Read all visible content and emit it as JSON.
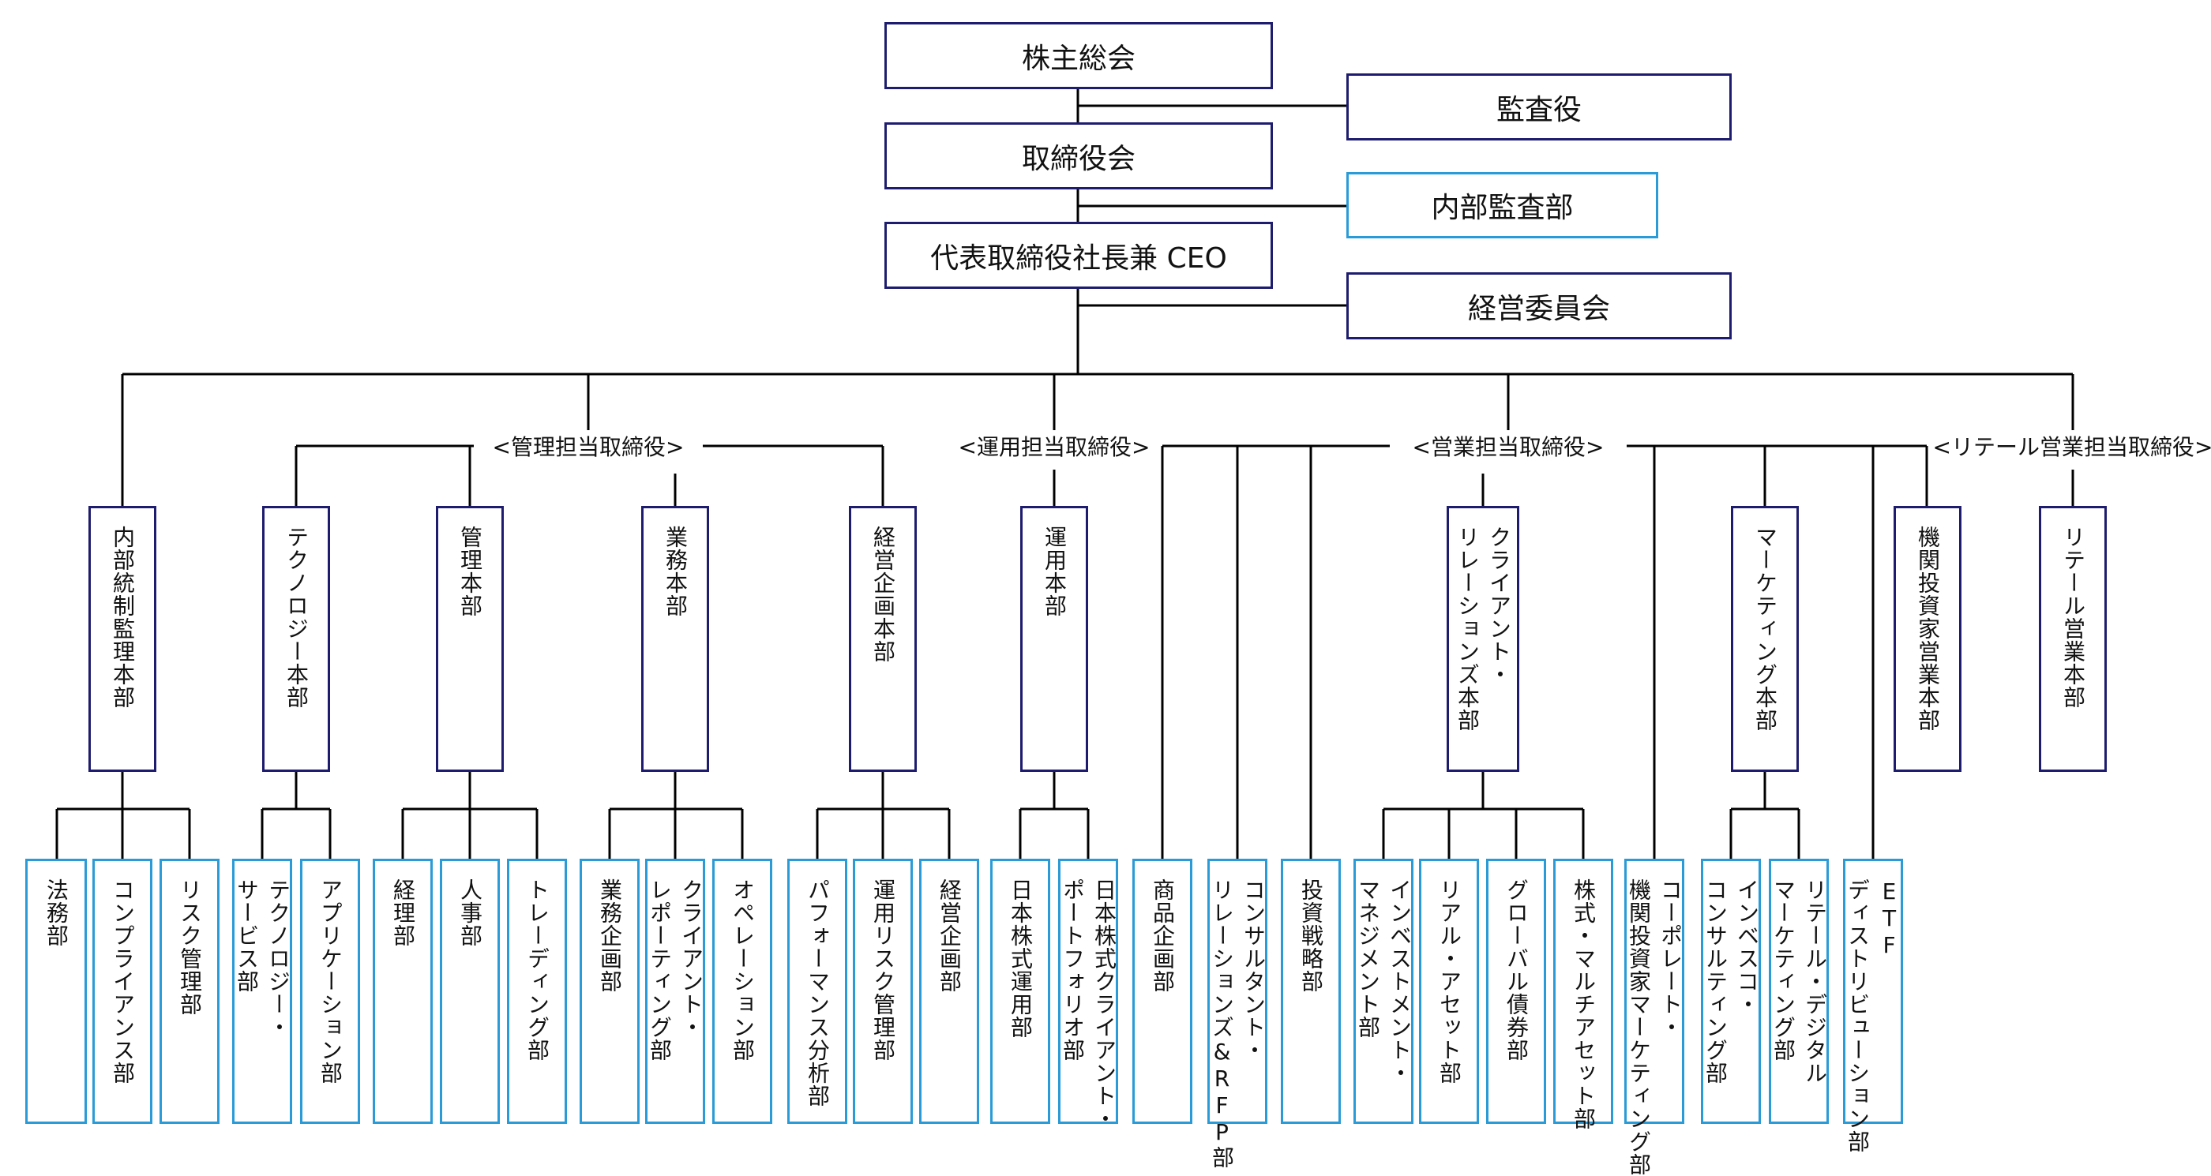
{
  "top": {
    "shareholders": "株主総会",
    "auditor": "監査役",
    "board": "取締役会",
    "internal_audit": "内部監査部",
    "ceo": "代表取締役社長兼 CEO",
    "exec_committee": "経営委員会"
  },
  "groups": {
    "admin": "<管理担当取締役>",
    "investment": "<運用担当取締役>",
    "sales": "<営業担当取締役>",
    "retail": "<リテール営業担当取締役>"
  },
  "divisions": {
    "internal_control": "内部統制監理本部",
    "technology": "テクノロジー本部",
    "management": "管理本部",
    "business": "業務本部",
    "planning": "経営企画本部",
    "investment": "運用本部",
    "client_relations": "クライアント・\nリレーションズ本部",
    "marketing": "マーケティング本部",
    "institutional_sales": "機関投資家営業本部",
    "retail_sales": "リテール営業本部"
  },
  "departments": {
    "legal": "法務部",
    "compliance": "コンプライアンス部",
    "risk_mgmt": "リスク管理部",
    "tech_services": "テクノロジー・\nサービス部",
    "applications": "アプリケーション部",
    "accounting": "経理部",
    "hr": "人事部",
    "trading": "トレーディング部",
    "ops_planning": "業務企画部",
    "client_reporting": "クライアント・\nレポーティング部",
    "operations": "オペレーション部",
    "performance": "パフォーマンス分析部",
    "inv_risk": "運用リスク管理部",
    "corp_planning": "経営企画部",
    "jp_equity": "日本株式運用部",
    "jp_client_pf": "日本株式クライアント・\nポートフォリオ部",
    "product_planning": "商品企画部",
    "consultant_rfp": "コンサルタント・\nリレーションズ&RFP部",
    "strategy": "投資戦略部",
    "inv_mgmt": "インベストメント・\nマネジメント部",
    "real_assets": "リアル・アセット部",
    "global_bond": "グローバル債券部",
    "equity_multi": "株式・マルチアセット部",
    "corp_inst_mkt": "コーポレート・\n機関投資家マーケティング部",
    "invesco_consult": "インベスコ・\nコンサルティング部",
    "retail_digital": "リテール・デジタル\nマーケティング部",
    "etf": "ETF\nディストリビューション部"
  },
  "colors": {
    "line": "#000000",
    "dark_border": "#1e1c6e",
    "light_border": "#2a9bd6"
  }
}
